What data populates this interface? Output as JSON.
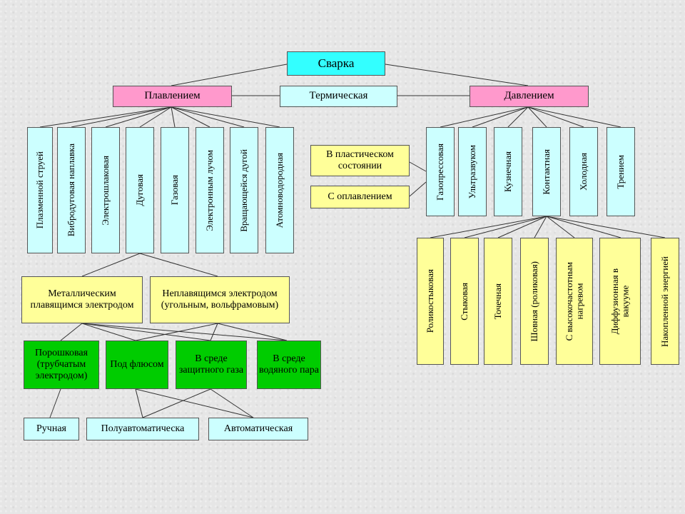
{
  "root": "Сварка",
  "categories": {
    "melting": "Плавлением",
    "thermal": "Термическая",
    "pressure": "Давлением"
  },
  "melting_methods": [
    "Плазменной струей",
    "Вибродуговая наплавка",
    "Электрошлаковая",
    "Дуговая",
    "Газовая",
    "Электронным лучом",
    "Вращающейся дугой",
    "Атомноводородная"
  ],
  "electrodes": {
    "consumable": "Металлическим плавящимся электродом",
    "non_consumable": "Неплавящимся электродом (угольным, вольфрамовым)"
  },
  "arc_variants": [
    "Порошковая (трубчатым электродом)",
    "Под флюсом",
    "В среде защитного газа",
    "В среде водяного пара"
  ],
  "automation": [
    "Ручная",
    "Полуавтоматическа",
    "Автоматическая"
  ],
  "gas_press_modes": [
    "В пластическом состоянии",
    "С оплавлением"
  ],
  "pressure_methods": [
    "Газопрессовая",
    "Ультразвуком",
    "Кузнечная",
    "Контактная",
    "Холодная",
    "Трением"
  ],
  "contact_methods": [
    "Роликостыковая",
    "Стыковая",
    "Точечная",
    "Шовная (роликовая)",
    "С высокочастотным\nнагревом",
    "Диффузионная в\nвакууме",
    "Накопленной энергией"
  ],
  "colors": {
    "cyan": "#ccffff",
    "cyan_strong": "#33ffff",
    "pink": "#ff99cc",
    "yellow": "#ffff99",
    "green": "#00cc00"
  }
}
